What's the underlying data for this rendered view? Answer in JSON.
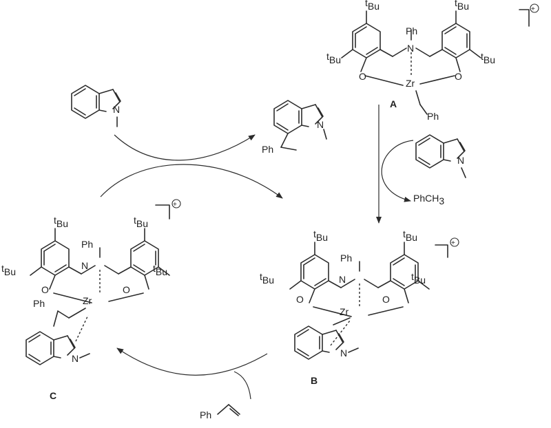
{
  "labels": {
    "A": "A",
    "B": "B",
    "C": "C"
  },
  "atoms": {
    "tbu_t": "t",
    "tbu_text": "Bu",
    "ph": "Ph",
    "n": "N",
    "zr": "Zr",
    "o": "O",
    "n_indole": "N"
  },
  "charge_symbol": "+",
  "products": {
    "toluene_base": "PhCH",
    "toluene_sub": "3"
  },
  "reagents": {
    "styrene_ph": "Ph"
  }
}
